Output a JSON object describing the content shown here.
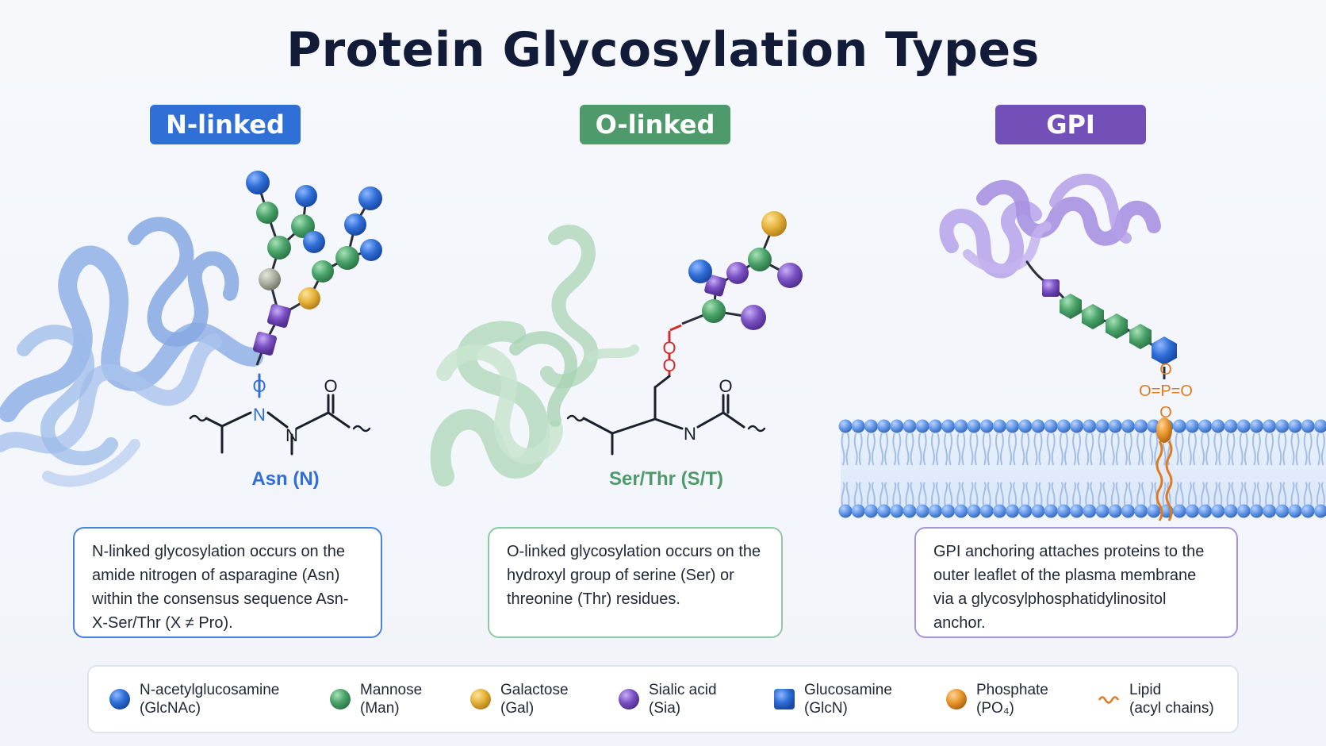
{
  "title": "Protein Glycosylation Types",
  "panels": [
    {
      "badge": "N-linked",
      "residue": "Asn (N)",
      "description": "N-linked glycosylation occurs on the amide nitrogen of asparagine (Asn) within the consensus sequence Asn-X-Ser/Thr (X ≠ Pro).",
      "color": "#2f6fd6"
    },
    {
      "badge": "O-linked",
      "residue": "Ser/Thr (S/T)",
      "description": "O-linked glycosylation occurs on the hydroxyl group of serine (Ser) or threonine (Thr) residues.",
      "color": "#4f9a6a"
    },
    {
      "badge": "GPI",
      "residue": "",
      "description": "GPI anchoring attaches proteins to the outer leaflet of the plasma membrane via a glycosylphosphatidylinositol anchor.",
      "color": "#7350b8"
    }
  ],
  "structure_text": {
    "atom_o": "O",
    "atom_n": "N",
    "phosphate": "O=P=O"
  },
  "legend": [
    {
      "name": "N-acetylglucosamine",
      "abbr": "(GlcNAc)",
      "icon": "blue-sphere-icon",
      "color": "#2f6fd6"
    },
    {
      "name": "Mannose",
      "abbr": "(Man)",
      "icon": "green-sphere-icon",
      "color": "#4aa36a"
    },
    {
      "name": "Galactose",
      "abbr": "(Gal)",
      "icon": "yellow-sphere-icon",
      "color": "#e5b23a"
    },
    {
      "name": "Sialic acid",
      "abbr": "(Sia)",
      "icon": "purple-sphere-icon",
      "color": "#7b52c4"
    },
    {
      "name": "Glucosamine",
      "abbr": "(GlcN)",
      "icon": "blue-square-icon",
      "color": "#2f74e0"
    },
    {
      "name": "Phosphate",
      "abbr": "(PO₄)",
      "icon": "orange-sphere-icon",
      "color": "#e8962e"
    },
    {
      "name": "Lipid",
      "abbr": "(acyl chains)",
      "icon": "wavy-line-icon",
      "color": "#e07a1f"
    }
  ]
}
